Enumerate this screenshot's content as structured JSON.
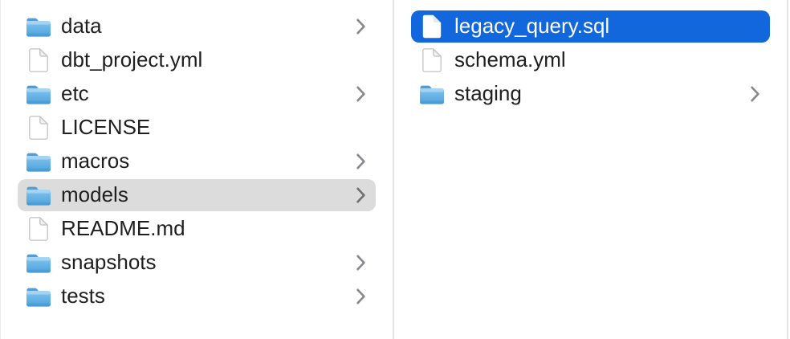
{
  "app": {
    "name": "Finder column browser",
    "view": "columns"
  },
  "colors": {
    "selection_blue": "#1267DC",
    "selection_gray": "#DCDCDC",
    "selected_text": "#FFFFFF",
    "text": "#1F1F21",
    "divider": "#E4E4E4",
    "edge": "#EBEBEB",
    "chevron_gray": "#87878C",
    "folder_blue_top": "#82C5F0",
    "folder_blue_bottom": "#4DA2DC",
    "folder_tab_blue": "#4C9FD8"
  },
  "icons": {
    "folder": "folder-icon",
    "file": "file-icon",
    "chevron": "chevron-right-icon"
  },
  "columns": [
    {
      "id": "parent-column",
      "items": [
        {
          "label": "data",
          "type": "folder",
          "chevron": true,
          "selected": "none"
        },
        {
          "label": "dbt_project.yml",
          "type": "file",
          "chevron": false,
          "selected": "none"
        },
        {
          "label": "etc",
          "type": "folder",
          "chevron": true,
          "selected": "none"
        },
        {
          "label": "LICENSE",
          "type": "file",
          "chevron": false,
          "selected": "none"
        },
        {
          "label": "macros",
          "type": "folder",
          "chevron": true,
          "selected": "none"
        },
        {
          "label": "models",
          "type": "folder",
          "chevron": true,
          "selected": "secondary"
        },
        {
          "label": "README.md",
          "type": "file",
          "chevron": false,
          "selected": "none"
        },
        {
          "label": "snapshots",
          "type": "folder",
          "chevron": true,
          "selected": "none"
        },
        {
          "label": "tests",
          "type": "folder",
          "chevron": true,
          "selected": "none"
        }
      ]
    },
    {
      "id": "child-column",
      "items": [
        {
          "label": "legacy_query.sql",
          "type": "file",
          "chevron": false,
          "selected": "primary"
        },
        {
          "label": "schema.yml",
          "type": "file",
          "chevron": false,
          "selected": "none"
        },
        {
          "label": "staging",
          "type": "folder",
          "chevron": true,
          "selected": "none"
        }
      ]
    }
  ]
}
